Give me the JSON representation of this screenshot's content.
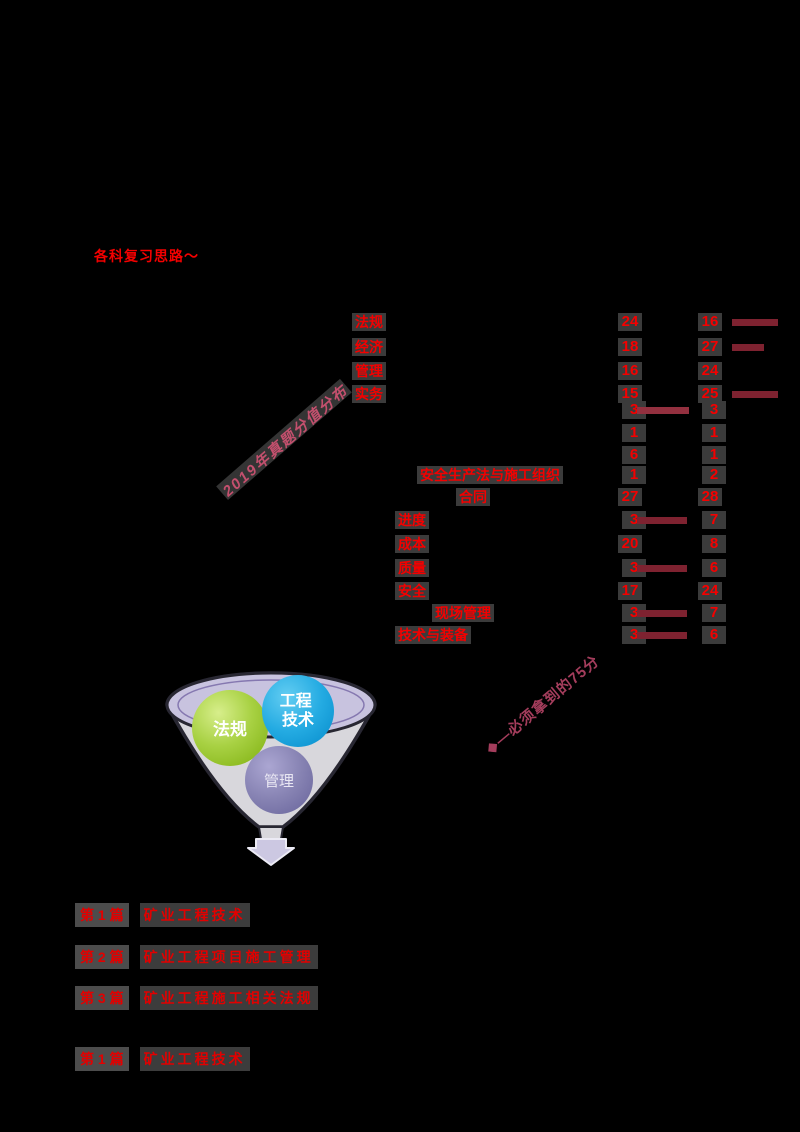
{
  "slide": {
    "background": "#000000"
  },
  "title": {
    "text": "各科复习思路～"
  },
  "colors": {
    "red_text": "#f40000",
    "bar_maroon": "#7e2230",
    "note_pink": "#c4506e",
    "note_maroon": "#a43d5c",
    "highlight_gray": "#3b3b3b",
    "funnel_green": "#9cc832",
    "funnel_blue": "#18a3dd",
    "funnel_purple": "#7b77a9",
    "funnel_lavender": "#c8c3df"
  },
  "score_table": {
    "upper_rows": [
      {
        "label": "法规",
        "col1": "24",
        "col2": "16",
        "col2_bar_w": 46
      },
      {
        "label": "经济",
        "col1": "18",
        "col2": "27",
        "col2_bar_w": 32
      },
      {
        "label": "管理",
        "col1": "16",
        "col2": "24",
        "col2_bar_w": 0
      },
      {
        "label": "实务",
        "col1": "15",
        "col2": "25",
        "col2_bar_w": 46
      }
    ],
    "middle_rows": [
      {
        "col1": "3",
        "col1_bar_w": 52,
        "col2": "3"
      },
      {
        "col1": "1",
        "col1_bar_w": 0,
        "col2": "1"
      },
      {
        "col1": "6",
        "col1_bar_w": 0,
        "col2": "1"
      }
    ],
    "section_rows": [
      {
        "label": "安全生产法与施工组织",
        "col1": "1",
        "col2": "2"
      },
      {
        "label": "合同",
        "col1": "27",
        "col2": "28"
      }
    ],
    "lower_rows": [
      {
        "label": "进度",
        "col1": "3",
        "col1_bar_w": 50,
        "col2": "7"
      },
      {
        "label": "成本",
        "col1": "20",
        "col1_bar_w": 0,
        "col2": "8"
      },
      {
        "label": "质量",
        "col1": "3",
        "col1_bar_w": 50,
        "col2": "6"
      },
      {
        "label": "安全",
        "col1": "17",
        "col1_bar_w": 0,
        "col2": "24"
      },
      {
        "label": "现场管理",
        "col1": "3",
        "col1_bar_w": 50,
        "col2": "7"
      },
      {
        "label": "技术与装备",
        "col1": "3",
        "col1_bar_w": 50,
        "col2": "6"
      }
    ]
  },
  "annotations": {
    "note1": {
      "text": "2019年真题分值分布"
    },
    "note2": {
      "text": "◆—必须拿到的75分"
    }
  },
  "funnel": {
    "circles": [
      {
        "label": "法规"
      },
      {
        "line1": "工程",
        "line2": "技术"
      },
      {
        "label": "管理"
      }
    ]
  },
  "chapters": [
    {
      "badge": "第 1 篇",
      "title": "矿业工程技术"
    },
    {
      "badge": "第 2 篇",
      "title": "矿业工程项目施工管理"
    },
    {
      "badge": "第 3 篇",
      "title": "矿业工程施工相关法规"
    },
    {
      "badge": "第 1 篇",
      "title": "矿业工程技术"
    }
  ]
}
